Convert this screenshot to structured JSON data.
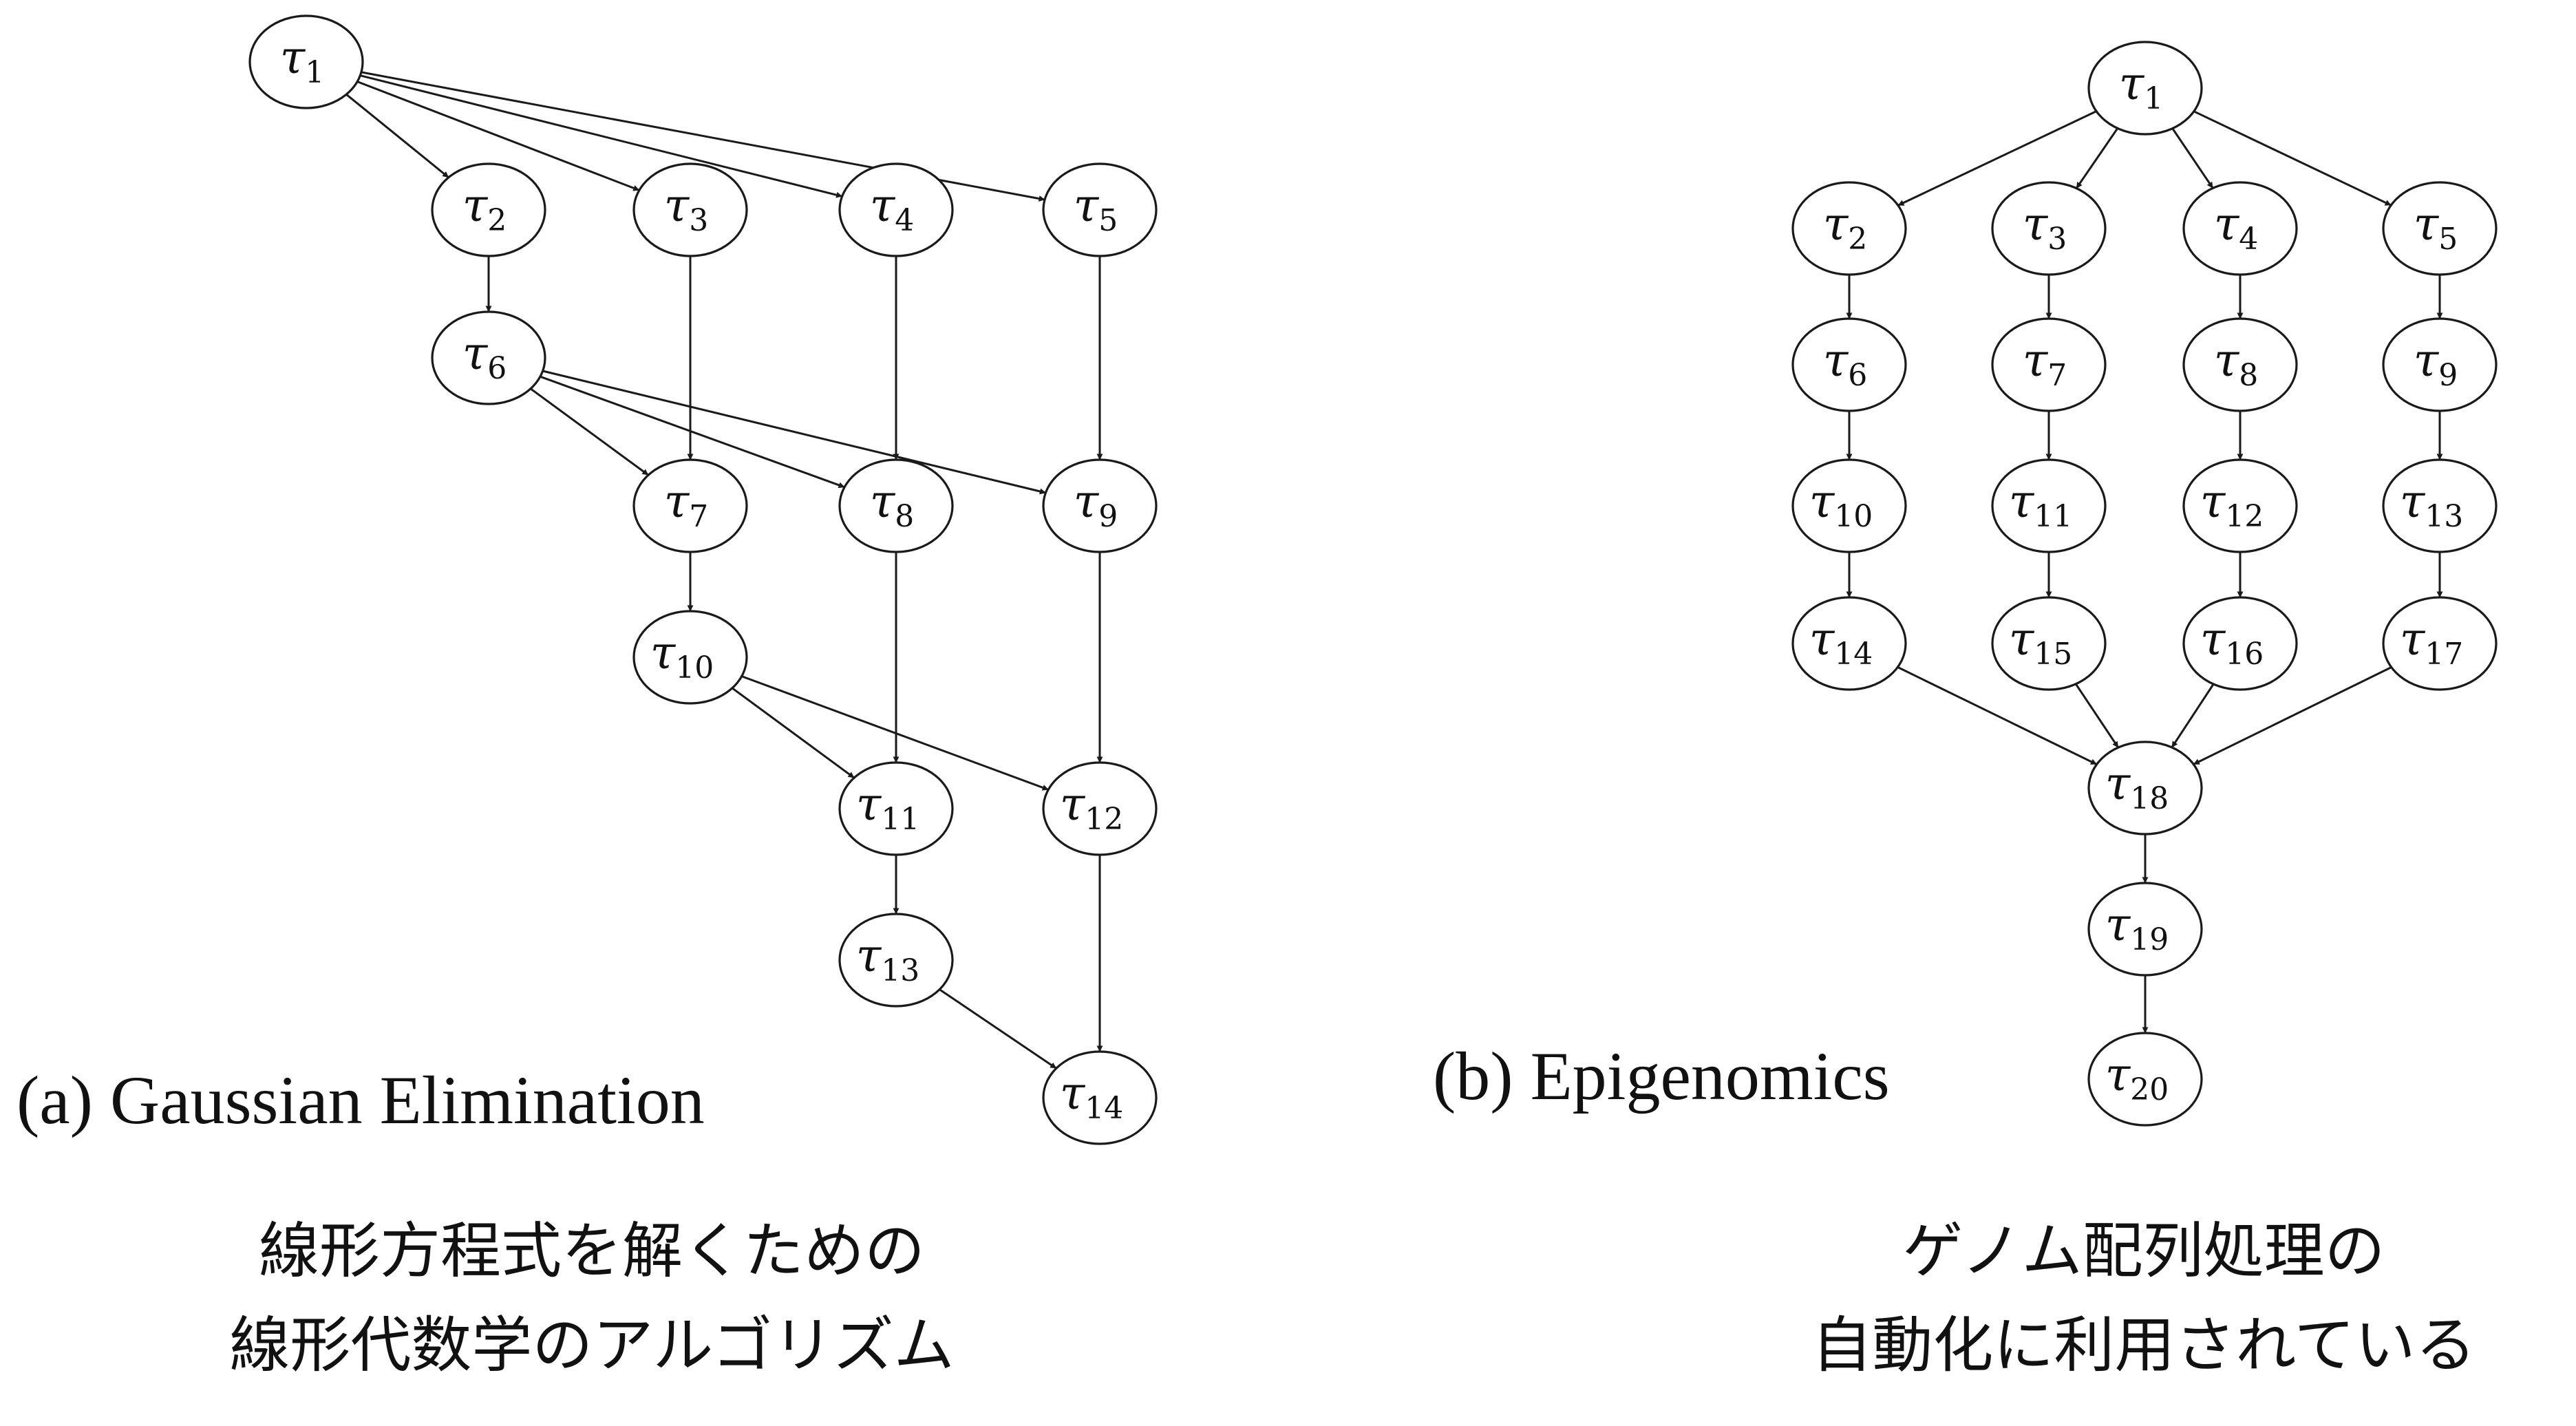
{
  "node_symbol": "τ",
  "line_color": "#1a1a1a",
  "diagrams": [
    {
      "id": "gaussian",
      "caption": "(a) Gaussian Elimination",
      "description_lines": [
        "線形方程式を解くための",
        "線形代数学のアルゴリズム"
      ],
      "nodes": [
        "1",
        "2",
        "3",
        "4",
        "5",
        "6",
        "7",
        "8",
        "9",
        "10",
        "11",
        "12",
        "13",
        "14"
      ],
      "edges": [
        [
          "1",
          "2"
        ],
        [
          "1",
          "3"
        ],
        [
          "1",
          "4"
        ],
        [
          "1",
          "5"
        ],
        [
          "2",
          "6"
        ],
        [
          "3",
          "7"
        ],
        [
          "4",
          "8"
        ],
        [
          "5",
          "9"
        ],
        [
          "6",
          "7"
        ],
        [
          "6",
          "8"
        ],
        [
          "6",
          "9"
        ],
        [
          "7",
          "10"
        ],
        [
          "8",
          "11"
        ],
        [
          "9",
          "12"
        ],
        [
          "10",
          "11"
        ],
        [
          "10",
          "12"
        ],
        [
          "11",
          "13"
        ],
        [
          "12",
          "14"
        ],
        [
          "13",
          "14"
        ]
      ]
    },
    {
      "id": "epigenomics",
      "caption": "(b) Epigenomics",
      "description_lines": [
        "ゲノム配列処理の",
        "自動化に利用されている"
      ],
      "nodes": [
        "1",
        "2",
        "3",
        "4",
        "5",
        "6",
        "7",
        "8",
        "9",
        "10",
        "11",
        "12",
        "13",
        "14",
        "15",
        "16",
        "17",
        "18",
        "19",
        "20"
      ],
      "edges": [
        [
          "1",
          "2"
        ],
        [
          "1",
          "3"
        ],
        [
          "1",
          "4"
        ],
        [
          "1",
          "5"
        ],
        [
          "2",
          "6"
        ],
        [
          "3",
          "7"
        ],
        [
          "4",
          "8"
        ],
        [
          "5",
          "9"
        ],
        [
          "6",
          "10"
        ],
        [
          "7",
          "11"
        ],
        [
          "8",
          "12"
        ],
        [
          "9",
          "13"
        ],
        [
          "10",
          "14"
        ],
        [
          "11",
          "15"
        ],
        [
          "12",
          "16"
        ],
        [
          "13",
          "17"
        ],
        [
          "14",
          "18"
        ],
        [
          "15",
          "18"
        ],
        [
          "16",
          "18"
        ],
        [
          "17",
          "18"
        ],
        [
          "18",
          "19"
        ],
        [
          "19",
          "20"
        ]
      ]
    }
  ]
}
